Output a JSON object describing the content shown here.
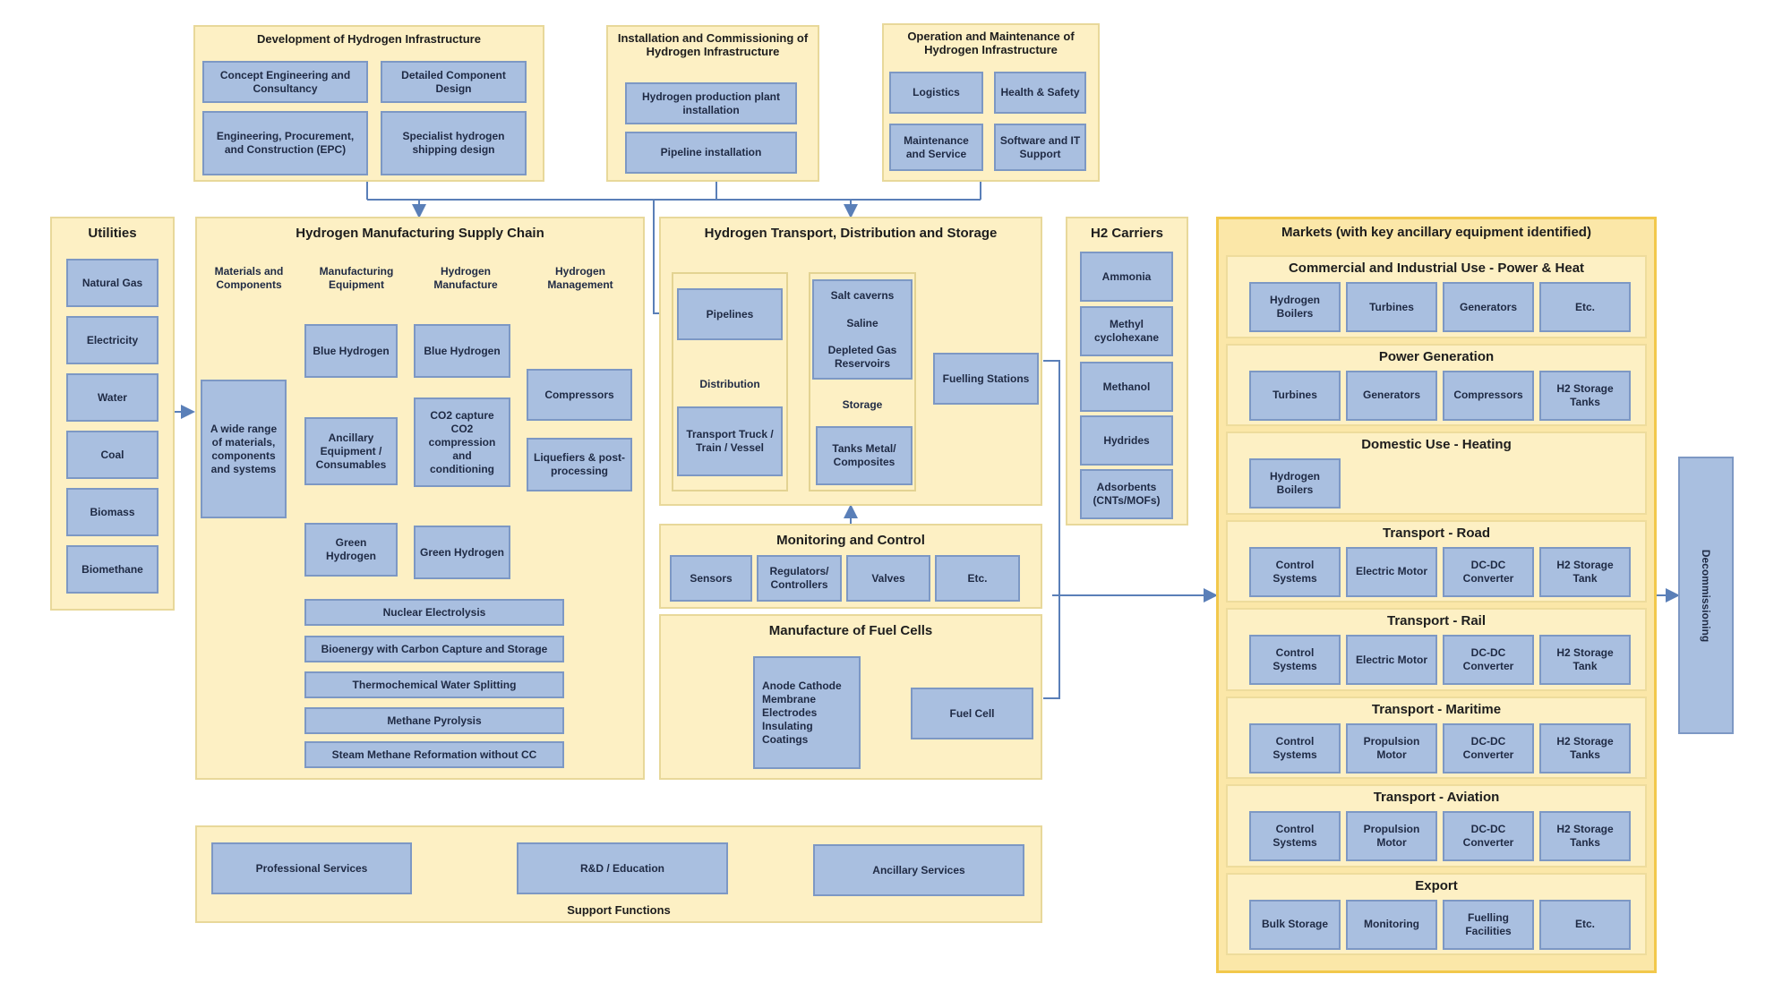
{
  "infrastructure": {
    "development": {
      "title": "Development of Hydrogen Infrastructure",
      "items": [
        "Concept Engineering and Consultancy",
        "Detailed Component Design",
        "Engineering, Procurement, and Construction (EPC)",
        "Specialist hydrogen shipping design"
      ]
    },
    "installation": {
      "title": "Installation and Commissioning of Hydrogen Infrastructure",
      "items": [
        "Hydrogen production plant installation",
        "Pipeline installation"
      ]
    },
    "operation": {
      "title": "Operation and Maintenance of Hydrogen Infrastructure",
      "items": [
        "Logistics",
        "Health & Safety",
        "Maintenance and Service",
        "Software and IT Support"
      ]
    }
  },
  "utilities": {
    "title": "Utilities",
    "items": [
      "Natural Gas",
      "Electricity",
      "Water",
      "Coal",
      "Biomass",
      "Biomethane"
    ]
  },
  "manufacturing": {
    "title": "Hydrogen Manufacturing Supply Chain",
    "columns": [
      "Materials and Components",
      "Manufacturing Equipment",
      "Hydrogen Manufacture",
      "Hydrogen Management"
    ],
    "materials": "A wide range of materials, components and systems",
    "blue_h2_equipment": "Blue Hydrogen",
    "ancillary": "Ancillary Equipment / Consumables",
    "green_h2_equipment": "Green Hydrogen",
    "blue_h2_manufacture": "Blue Hydrogen",
    "co2": "CO2 capture CO2 compression and conditioning",
    "green_h2_manufacture": "Green Hydrogen",
    "compressors": "Compressors",
    "liquefiers": "Liquefiers & post-processing",
    "processes": [
      "Nuclear Electrolysis",
      "Bioenergy with Carbon Capture and Storage",
      "Thermochemical Water Splitting",
      "Methane Pyrolysis",
      "Steam Methane Reformation without CC"
    ]
  },
  "transport": {
    "title": "Hydrogen Transport, Distribution and Storage",
    "pipelines": "Pipelines",
    "distribution": "Distribution",
    "transport_modes": "Transport Truck / Train / Vessel",
    "storage_items": [
      "Salt caverns",
      "Saline",
      "Depleted Gas Reservoirs"
    ],
    "storage": "Storage",
    "tanks": "Tanks Metal/ Composites",
    "fuelling": "Fuelling Stations"
  },
  "monitoring": {
    "title": "Monitoring and Control",
    "items": [
      "Sensors",
      "Regulators/ Controllers",
      "Valves",
      "Etc."
    ]
  },
  "fuel_cells": {
    "title": "Manufacture of Fuel Cells",
    "components": "Anode Cathode Membrane Electrodes Insulating Coatings",
    "fuel_cell": "Fuel Cell"
  },
  "carriers": {
    "title": "H2 Carriers",
    "items": [
      "Ammonia",
      "Methyl cyclohexane",
      "Methanol",
      "Hydrides",
      "Adsorbents (CNTs/MOFs)"
    ]
  },
  "support": {
    "title": "Support Functions",
    "items": [
      "Professional Services",
      "R&D / Education",
      "Ancillary Services"
    ]
  },
  "markets": {
    "title": "Markets (with key ancillary equipment identified)",
    "sections": [
      {
        "title": "Commercial and Industrial Use - Power & Heat",
        "items": [
          "Hydrogen Boilers",
          "Turbines",
          "Generators",
          "Etc."
        ]
      },
      {
        "title": "Power Generation",
        "items": [
          "Turbines",
          "Generators",
          "Compressors",
          "H2 Storage Tanks"
        ]
      },
      {
        "title": "Domestic Use - Heating",
        "items": [
          "Hydrogen Boilers"
        ]
      },
      {
        "title": "Transport - Road",
        "items": [
          "Control Systems",
          "Electric Motor",
          "DC-DC Converter",
          "H2 Storage Tank"
        ]
      },
      {
        "title": "Transport - Rail",
        "items": [
          "Control Systems",
          "Electric Motor",
          "DC-DC Converter",
          "H2 Storage Tank"
        ]
      },
      {
        "title": "Transport - Maritime",
        "items": [
          "Control Systems",
          "Propulsion Motor",
          "DC-DC Converter",
          "H2 Storage Tanks"
        ]
      },
      {
        "title": "Transport - Aviation",
        "items": [
          "Control Systems",
          "Propulsion Motor",
          "DC-DC Converter",
          "H2 Storage Tanks"
        ]
      },
      {
        "title": "Export",
        "items": [
          "Bulk Storage",
          "Monitoring",
          "Fuelling Facilities",
          "Etc."
        ]
      }
    ]
  },
  "decommissioning": "Decommissioning",
  "colors": {
    "panel": "#fdf0c4",
    "box": "#a9bfe0",
    "line": "#5a7fb8",
    "markets_border": "#f2c84b"
  }
}
